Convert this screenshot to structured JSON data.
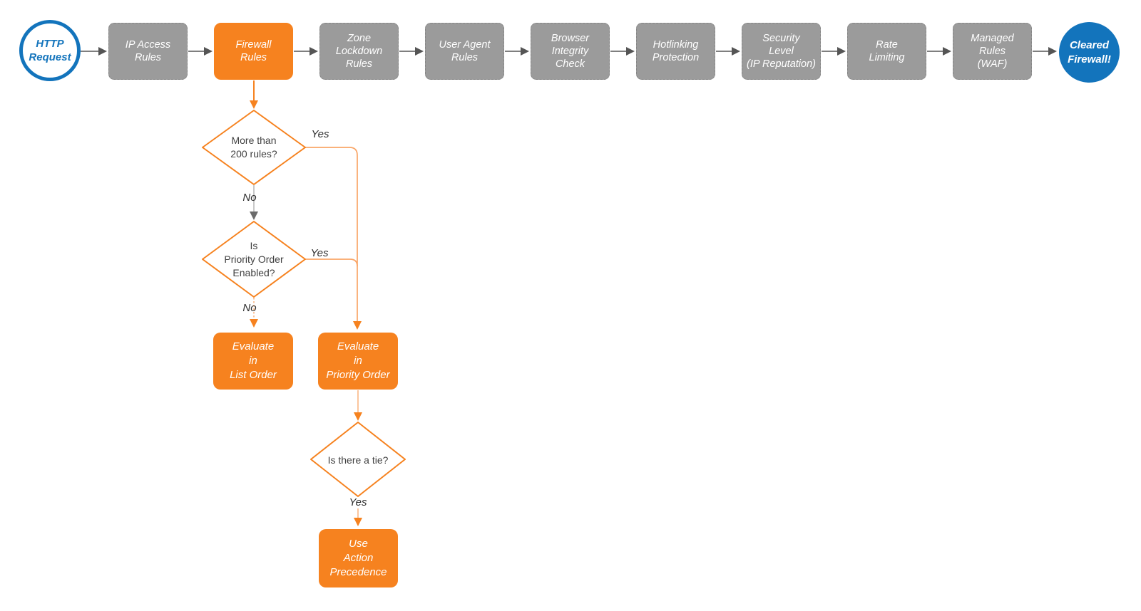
{
  "colors": {
    "orange": "#F6821F",
    "orange_light": "#F9A668",
    "blue": "#1374BC",
    "gray_fill": "#9B9B9B",
    "gray_border": "#858585",
    "connector_gray": "#555555",
    "light_gray_line": "#ABABAB",
    "gray_arrow": "#6B6B6B",
    "diamond_text": "#414141",
    "label_text": "#2E2E2E"
  },
  "pipeline": {
    "start": {
      "label": "HTTP\nRequest"
    },
    "steps": [
      {
        "label": "IP Access\nRules"
      },
      {
        "label": "Firewall\nRules"
      },
      {
        "label": "Zone\nLockdown\nRules"
      },
      {
        "label": "User Agent\nRules"
      },
      {
        "label": "Browser\nIntegrity\nCheck"
      },
      {
        "label": "Hotlinking\nProtection"
      },
      {
        "label": "Security\nLevel\n(IP Reputation)"
      },
      {
        "label": "Rate\nLimiting"
      },
      {
        "label": "Managed\nRules\n(WAF)"
      }
    ],
    "end": {
      "label": "Cleared\nFirewall!"
    }
  },
  "decision_tree": {
    "d1": {
      "question": "More than\n200 rules?",
      "yes_label": "Yes",
      "no_label": "No"
    },
    "d2": {
      "question": "Is\nPriority Order\nEnabled?",
      "yes_label": "Yes",
      "no_label": "No"
    },
    "d3": {
      "question": "Is there a tie?",
      "yes_label": "Yes"
    },
    "evaluate_list": {
      "label": "Evaluate\nin\nList Order"
    },
    "evaluate_priority": {
      "label": "Evaluate\nin\nPriority Order"
    },
    "use_action": {
      "label": "Use\nAction\nPrecedence"
    }
  }
}
